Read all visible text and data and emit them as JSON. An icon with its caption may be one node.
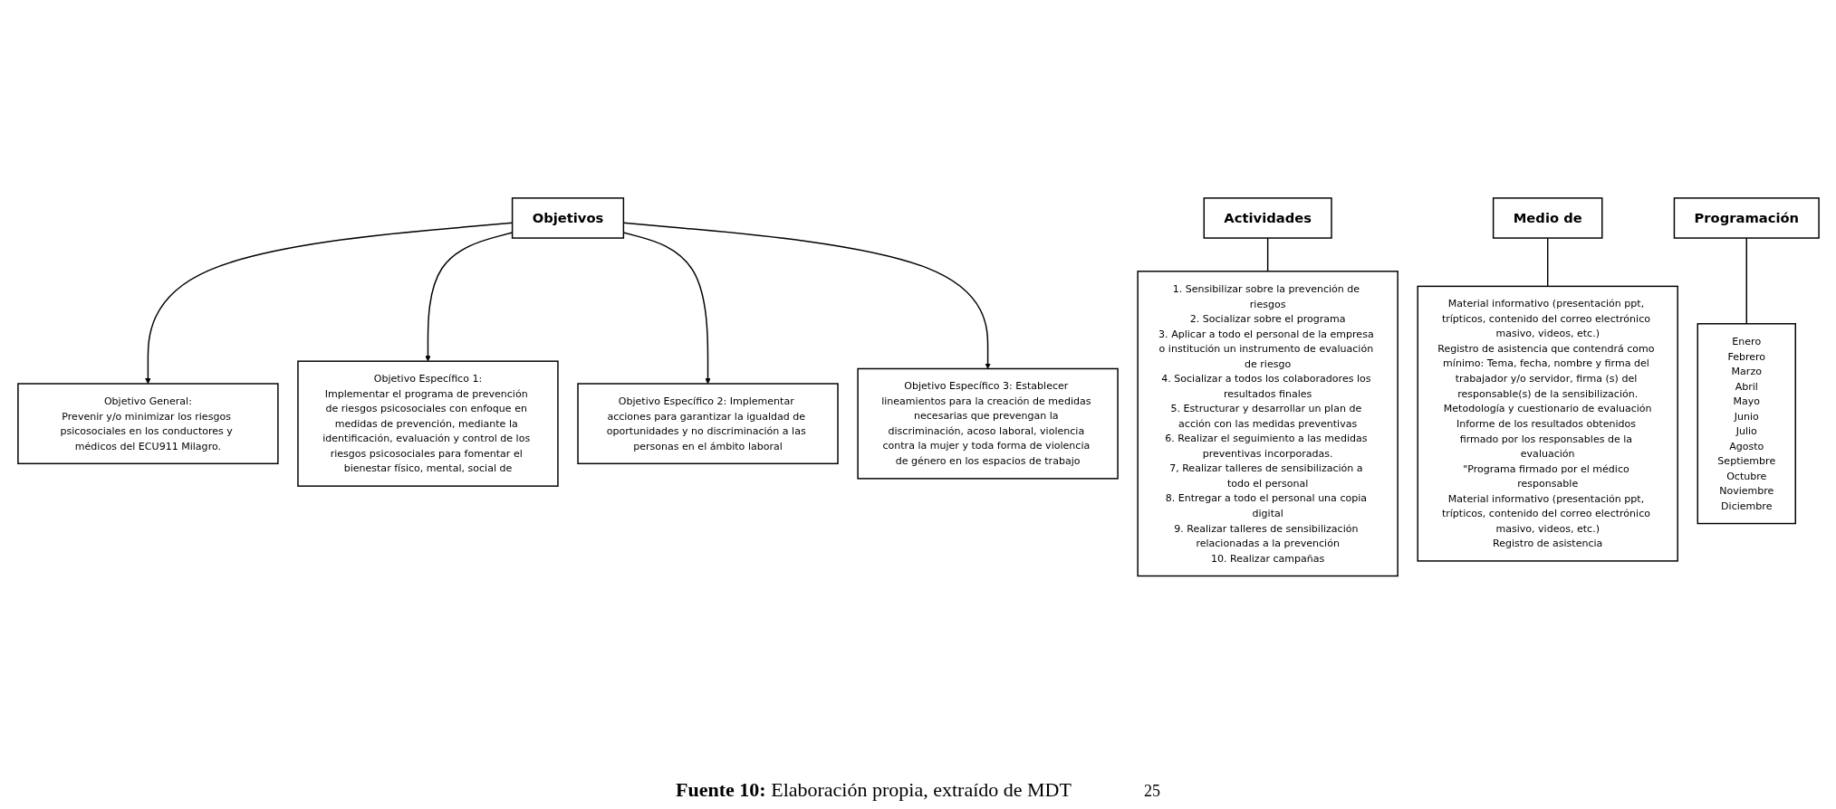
{
  "diagram": {
    "caption": "**Fuente 10:** Elaboración propia, extraído de MDT",
    "nodes": [
      {
        "text": [
          "Objetivos"
        ]
      },
      {
        "text": [
          "Actividades"
        ]
      },
      {
        "text": [
          "Medio de"
        ]
      },
      {
        "text": [
          "Programación"
        ]
      },
      {
        "text": [
          "Objetivo General:",
          "Prevenir y/o minimizar los riesgos psicosociales en los conductores y médicos del ECU911 Milagro."
        ]
      },
      {
        "text": [
          "Objetivo Específico 1:",
          "Implementar el programa de prevención de riesgos psicosociales con enfoque en medidas de prevención, mediante la identificación, evaluación y control de los riesgos psicosociales para fomentar el bienestar físico, mental, social de"
        ]
      },
      {
        "text": [
          "Objetivo Específico 2: Implementar acciones para garantizar la igualdad de oportunidades y no discriminación a las personas en el ámbito laboral"
        ]
      },
      {
        "text": [
          "Objetivo Específico 3: Establecer lineamientos para la creación de medidas necesarias que prevengan la discriminación, acoso laboral, violencia contra la mujer y toda forma de violencia de género en los espacios de trabajo"
        ]
      },
      {
        "text": [
          "1. Sensibilizar sobre la prevención de riesgos",
          "2. Socializar sobre el programa",
          "3. Aplicar a todo el personal de la empresa o institución un instrumento de evaluación de riesgo",
          "4. Socializar a todos los colaboradores los resultados finales",
          "5. Estructurar y desarrollar un plan de acción con las medidas preventivas",
          "6. Realizar el seguimiento a las medidas preventivas incorporadas.",
          "7, Realizar talleres de sensibilización a todo el personal",
          "8. Entregar a todo el personal una copia digital",
          "9. Realizar talleres de sensibilización relacionadas a la prevención",
          "10. Realizar campañas"
        ]
      },
      {
        "text": [
          "Material informativo (presentación ppt, trípticos, contenido del correo electrónico masivo, videos, etc.)",
          "Registro de asistencia que contendrá como mínimo: Tema, fecha, nombre y firma del trabajador y/o servidor, firma (s) del responsable(s) de la sensibilización.",
          "Metodología y cuestionario de evaluación",
          "Informe de los resultados obtenidos firmado por los responsables de la evaluación",
          "\"Programa firmado por el médico responsable",
          "Material informativo (presentación ppt, trípticos, contenido del correo electrónico masivo, videos, etc.)",
          "Registro de asistencia"
        ]
      },
      {
        "text": [
          "Enero",
          "Febrero",
          "Marzo",
          "Abril",
          "Mayo",
          "Junio",
          "Julio",
          "Agosto",
          "Septiembre",
          "Octubre",
          "Noviembre",
          "Diciembre"
        ]
      }
    ],
    "edges": [
      {
        "from": 0,
        "to": 4,
        "arrow": "to"
      },
      {
        "from": 0,
        "to": 5,
        "arrow": "to"
      },
      {
        "from": 0,
        "to": 6,
        "arrow": "to"
      },
      {
        "from": 0,
        "to": 7,
        "arrow": "to"
      },
      {
        "from": 1,
        "to": 8,
        "arrow": "none"
      },
      {
        "from": 2,
        "to": 9,
        "arrow": "none"
      },
      {
        "from": 3,
        "to": 10,
        "arrow": "none"
      }
    ],
    "labels": [
      "25"
    ]
  }
}
